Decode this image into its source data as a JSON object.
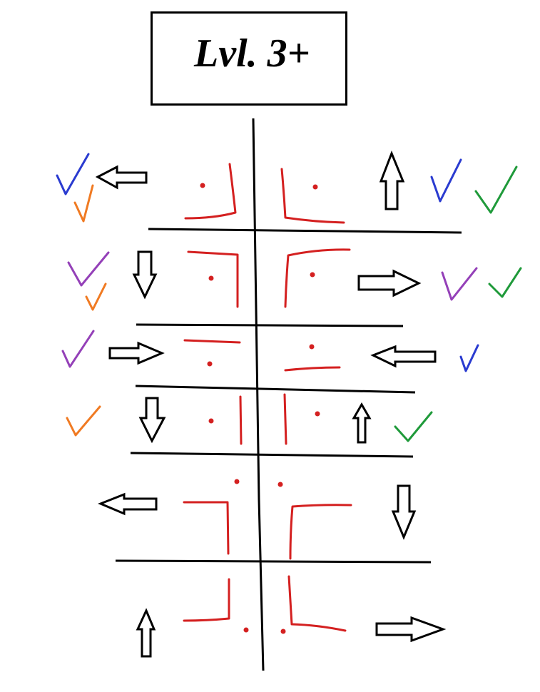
{
  "title": "Lvl. 3+",
  "colors": {
    "line": "#000000",
    "wall": "#d42020",
    "check_blue": "#2a3bd0",
    "check_orange": "#f07a22",
    "check_purple": "#9440b8",
    "check_green": "#1f9a3a"
  },
  "rows": [
    {
      "left_arrow": "left-arrow",
      "right_arrow": "up-arrow",
      "left_checks": [
        "blue",
        "orange"
      ],
      "right_checks": [
        "blue",
        "green"
      ]
    },
    {
      "left_arrow": "down-arrow",
      "right_arrow": "right-arrow",
      "left_checks": [
        "purple",
        "orange"
      ],
      "right_checks": [
        "purple",
        "green"
      ]
    },
    {
      "left_arrow": "right-arrow",
      "right_arrow": "left-arrow",
      "left_checks": [
        "purple"
      ],
      "right_checks": [
        "blue"
      ]
    },
    {
      "left_arrow": "down-arrow",
      "right_arrow": "up-arrow",
      "left_checks": [
        "orange"
      ],
      "right_checks": [
        "green"
      ]
    },
    {
      "left_arrow": "left-arrow",
      "right_arrow": "down-arrow",
      "left_checks": [],
      "right_checks": []
    },
    {
      "left_arrow": "up-arrow",
      "right_arrow": "right-arrow",
      "left_checks": [],
      "right_checks": []
    }
  ]
}
